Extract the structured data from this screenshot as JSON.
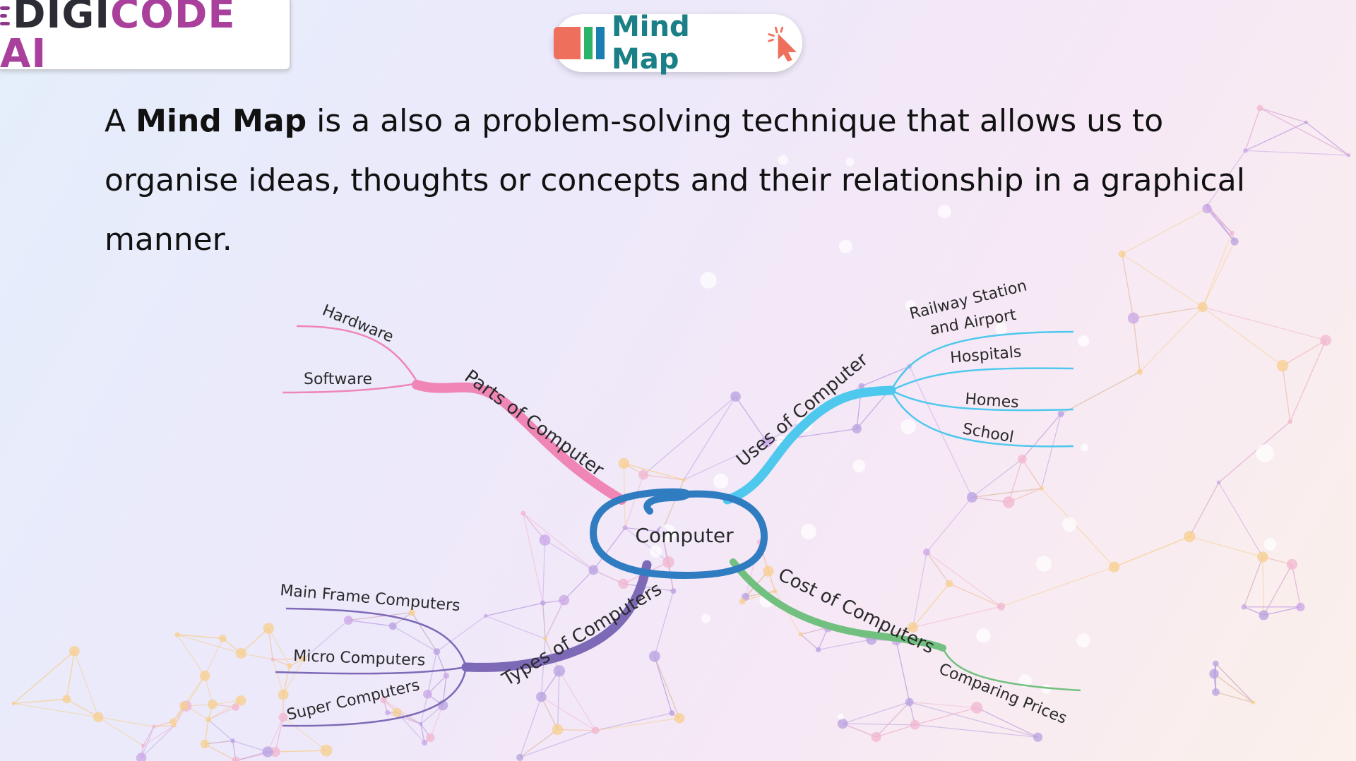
{
  "brand": {
    "logo_text_1": "DIGI",
    "logo_text_2": "CODE",
    "logo_text_3": " AI"
  },
  "title_pill": {
    "label": "Mind Map",
    "bar_colors": [
      "#ee6f5c",
      "#2cb36a",
      "#1a7fb0"
    ],
    "cursor_color": "#ee6f5c"
  },
  "intro": {
    "prefix": "A ",
    "term": "Mind Map",
    "rest": " is a also a problem-solving technique that allows us to organise ideas, thoughts or concepts and their relationship in a graphical manner."
  },
  "mind_map": {
    "center": {
      "label": "Computer",
      "color": "#2f7cc1"
    },
    "branches": [
      {
        "label": "Parts of Computer",
        "color": "#ef86b5",
        "children": [
          "Hardware",
          "Software"
        ]
      },
      {
        "label": "Uses of Computer",
        "color": "#4fc8ee",
        "children": [
          "Railway Station and Airport",
          "Hospitals",
          "Homes",
          "School"
        ]
      },
      {
        "label": "Types of Computers",
        "color": "#7d69b6",
        "children": [
          "Main Frame Computers",
          "Micro Computers",
          "Super Computers"
        ]
      },
      {
        "label": "Cost of Computers",
        "color": "#72c080",
        "children": [
          "Comparing Prices"
        ]
      }
    ],
    "child_lines": {
      "railway_line1": "Railway Station",
      "railway_line2": "and Airport"
    }
  },
  "background": {
    "network_colors": [
      "#f2b5cf",
      "#c9a6e6",
      "#f7cf8e",
      "#b7a0e0"
    ]
  }
}
